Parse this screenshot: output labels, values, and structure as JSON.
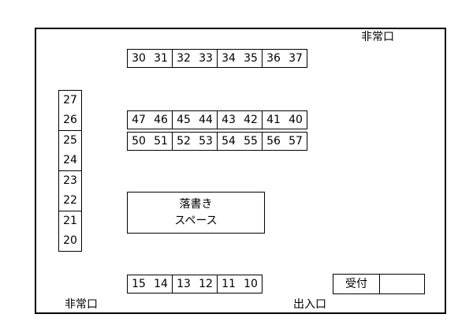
{
  "labels": {
    "emergency_exit_top": "非常口",
    "emergency_exit_bottom": "非常口",
    "entrance": "出入口",
    "reception": "受付"
  },
  "top_row": [
    [
      "30",
      "31"
    ],
    [
      "32",
      "33"
    ],
    [
      "34",
      "35"
    ],
    [
      "36",
      "37"
    ]
  ],
  "mid_row_1": [
    [
      "47",
      "46"
    ],
    [
      "45",
      "44"
    ],
    [
      "43",
      "42"
    ],
    [
      "41",
      "40"
    ]
  ],
  "mid_row_2": [
    [
      "50",
      "51"
    ],
    [
      "52",
      "53"
    ],
    [
      "54",
      "55"
    ],
    [
      "56",
      "57"
    ]
  ],
  "bottom_row": [
    [
      "15",
      "14"
    ],
    [
      "13",
      "12"
    ],
    [
      "11",
      "10"
    ]
  ],
  "left_column": [
    [
      "27",
      "26"
    ],
    [
      "25",
      "24"
    ],
    [
      "23",
      "22"
    ],
    [
      "21",
      "20"
    ]
  ],
  "graffiti_space": {
    "line1": "落書き",
    "line2": "スペース"
  }
}
